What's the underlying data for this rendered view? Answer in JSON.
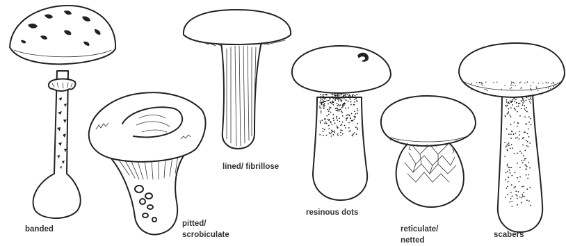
{
  "labels": {
    "banded": "banded",
    "pitted_line1": "pitted/",
    "pitted_line2": "scrobiculate",
    "lined": "lined/ fibrillose",
    "resinous": "resinous dots",
    "reticulate_line1": "reticulate/",
    "reticulate_line2": "netted",
    "scabers": "scabers"
  }
}
